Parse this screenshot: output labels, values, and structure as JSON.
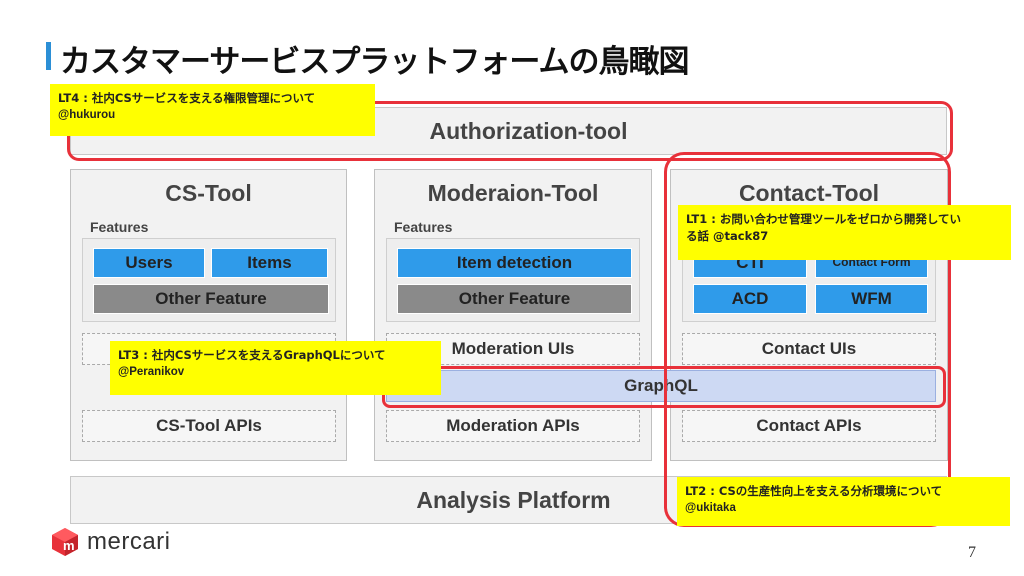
{
  "title": "カスタマーサービスプラットフォームの鳥瞰図",
  "bands": {
    "authorization": "Authorization-tool",
    "analysis": "Analysis Platform"
  },
  "columns": {
    "cs": {
      "title": "CS-Tool",
      "features_label": "Features",
      "features": [
        "Users",
        "Items",
        "Other Feature"
      ],
      "apis": "CS-Tool APIs"
    },
    "moderation": {
      "title": "Moderaion-Tool",
      "features_label": "Features",
      "features": [
        "Item detection",
        "Other Feature"
      ],
      "uis": "Moderation UIs",
      "apis": "Moderation APIs"
    },
    "contact": {
      "title": "Contact-Tool",
      "features": [
        "CTI",
        "Contact Form",
        "ACD",
        "WFM"
      ],
      "uis": "Contact UIs",
      "apis": "Contact APIs"
    }
  },
  "graphql": "GraphQL",
  "notes": {
    "lt4": {
      "line1": "LT4 : 社内CSサービスを支える権限管理について",
      "line2": "@hukurou"
    },
    "lt1": {
      "line1": "LT1 : お問い合わせ管理ツールをゼロから開発してい",
      "line2": "る話 @tack87"
    },
    "lt3": {
      "line1": "LT3 : 社内CSサービスを支えるGraphQLについて",
      "line2": "@Peranikov"
    },
    "lt2": {
      "line1": "LT2 : CSの生産性向上を支える分析環境について",
      "line2": "@ukitaka"
    }
  },
  "brand": {
    "name": "mercari",
    "colors": {
      "red": "#e8313a",
      "blue": "#2f9bea",
      "navy": "#2d3a8c",
      "note": "#ffff00"
    }
  },
  "page_number": "7"
}
